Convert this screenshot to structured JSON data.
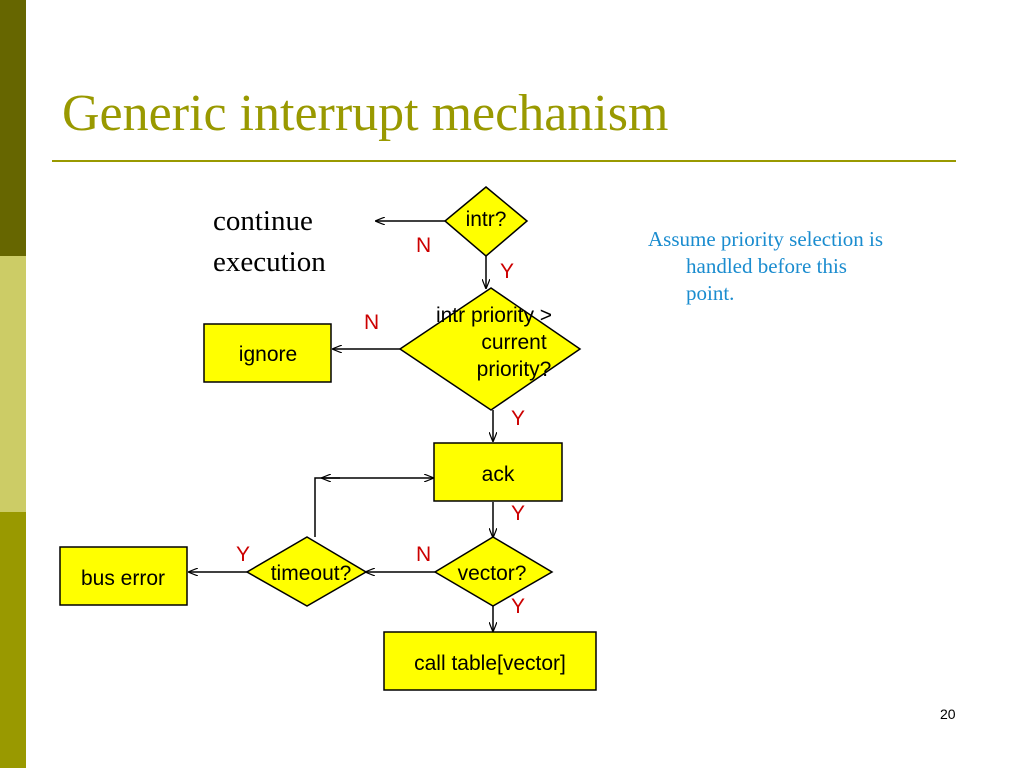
{
  "slide": {
    "title": "Generic interrupt mechanism",
    "note_line1": "Assume priority selection is",
    "note_line2": "handled before this",
    "note_line3": "point.",
    "page_number": "20"
  },
  "flowchart": {
    "continue_line1": "continue",
    "continue_line2": "execution",
    "intr": "intr?",
    "priority_line1": "intr priority >",
    "priority_line2": "current",
    "priority_line3": "priority?",
    "ignore": "ignore",
    "ack": "ack",
    "vector": "vector?",
    "timeout": "timeout?",
    "bus_error": "bus error",
    "call_table": "call table[vector]",
    "n1": "N",
    "y1": "Y",
    "n2": "N",
    "y2": "Y",
    "y3": "Y",
    "n3": "N",
    "y4": "Y",
    "y5": "Y"
  },
  "colors": {
    "accent": "#999900",
    "shape_fill": "#ffff00",
    "yn_label": "#cc0000",
    "note_text": "#1a8ccf"
  }
}
